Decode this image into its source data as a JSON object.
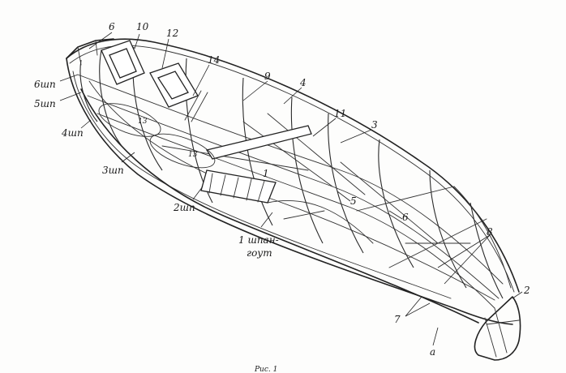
{
  "labels": {
    "l6": "6",
    "l10": "10",
    "l12": "12",
    "l6sh": "6шп",
    "l5sh": "5шп",
    "l4sh": "4шп",
    "l13a": "13",
    "l13b": "13",
    "l14": "14",
    "l9": "9",
    "l4": "4",
    "l11": "11",
    "l3": "3",
    "l3sh": "3шп",
    "l2sh": "2шп",
    "l1": "1",
    "l5": "5",
    "l6b": "6",
    "l1shp": "1 шпан-",
    "l1shp2": "гоут",
    "l8": "8",
    "l7": "7",
    "l2": "2",
    "la": "a",
    "caption": "Рис. 1"
  }
}
